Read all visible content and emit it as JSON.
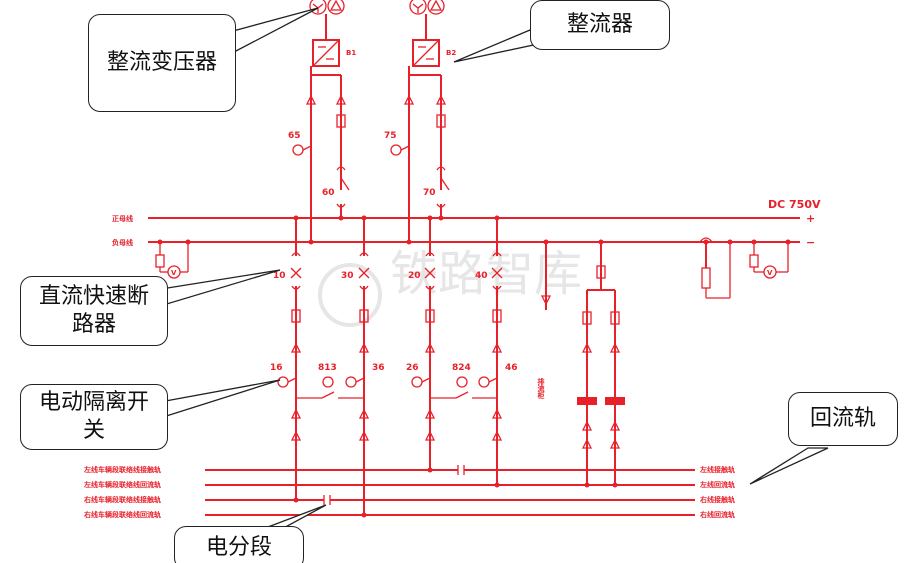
{
  "callouts": {
    "rectifier_transformer": "整流变压器",
    "rectifier": "整流器",
    "dc_breaker": "直流快速断路器",
    "motor_switch": "电动隔离开关",
    "return_rail": "回流轨",
    "section": "电分段"
  },
  "bus": {
    "positive": "正母线",
    "negative": "负母线",
    "voltage": "DC 750V",
    "plus": "+",
    "minus": "−"
  },
  "labels": {
    "b1": "B1",
    "b2": "B2",
    "n65": "65",
    "n75": "75",
    "n60": "60",
    "n70": "70",
    "n10": "10",
    "n30": "30",
    "n20": "20",
    "n40": "40",
    "n16": "16",
    "n813": "813",
    "n36": "36",
    "n26": "26",
    "n824": "824",
    "n46": "46",
    "drain": "排流柜"
  },
  "rails": {
    "l1_left": "左线车辆段联络线接触轨",
    "l2_left": "左线车辆段联络线回流轨",
    "l3_left": "右线车辆段联络线接触轨",
    "l4_left": "右线车辆段联络线回流轨",
    "l1_right": "左线接触轨",
    "l2_right": "左线回流轨",
    "l3_right": "右线接触轨",
    "l4_right": "右线回流轨"
  },
  "watermark": "铁路智库"
}
